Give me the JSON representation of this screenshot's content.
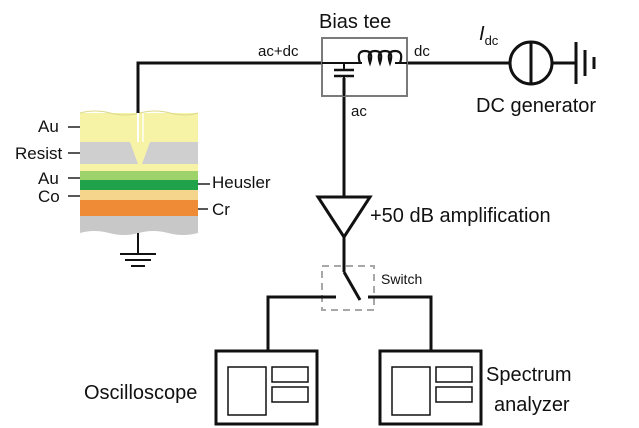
{
  "labels": {
    "bias_tee": "Bias tee",
    "ac_dc": "ac+dc",
    "dc": "dc",
    "ac": "ac",
    "idc_main": "I",
    "idc_sub": "dc",
    "dc_generator": "DC generator",
    "amplification": "+50 dB amplification",
    "switch": "Switch",
    "oscilloscope": "Oscilloscope",
    "spectrum_line1": "Spectrum",
    "spectrum_line2": "analyzer",
    "layer_au_top": "Au",
    "layer_resist": "Resist",
    "layer_au": "Au",
    "layer_co": "Co",
    "layer_heusler": "Heusler",
    "layer_cr": "Cr"
  },
  "colors": {
    "au": "#f7f3a6",
    "resist": "#cfcfcf",
    "heusler": "#9ed26b",
    "heusler_dark": "#1fa24a",
    "co": "#f5d58c",
    "cr": "#ef8a36",
    "substrate": "#c8c8c8",
    "bias_tee_box": "#7a7a7a",
    "switch_box": "#a8a8a8"
  }
}
